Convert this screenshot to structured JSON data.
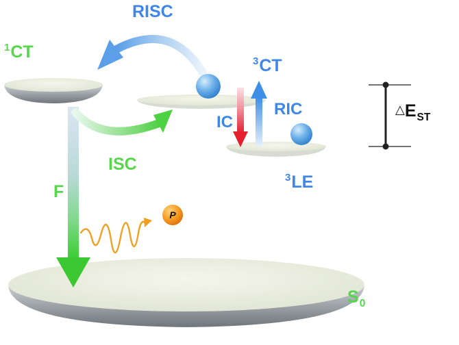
{
  "labels": {
    "s1_ct": {
      "sup": "1",
      "main": "CT"
    },
    "t1_ct": {
      "sup": "3",
      "main": "CT"
    },
    "t1_le": {
      "sup": "3",
      "main": "LE"
    },
    "s0": {
      "main": "S",
      "sub": "0"
    },
    "risc": "RISC",
    "isc": "ISC",
    "ic": "IC",
    "ric": "RIC",
    "fluorescence": "F",
    "delta_est": {
      "delta": "△",
      "main": "E",
      "sub": "ST"
    },
    "photon": "P"
  },
  "colors": {
    "green_label": "#56d64a",
    "blue_label": "#3f86e6",
    "risc_arrow": "#5ba3ea",
    "isc_arrow": "#5fd54a",
    "ic_arrow": "#e8283c",
    "ric_arrow": "#3f8ee6",
    "fluorescence_arrow": "#44d13b",
    "photon_wave": "#f0a020",
    "photon_ball": "#f28a18",
    "electron_ball": "#4d9fe3",
    "disc_top": "#eef0e2",
    "disc_bottom": "#9aa0a6"
  }
}
